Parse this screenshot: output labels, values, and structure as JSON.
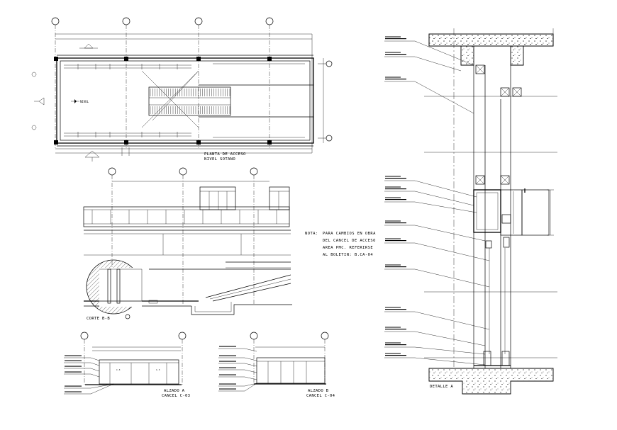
{
  "drawing": {
    "plan_title_line1": "PLANTA DE ACCESO",
    "plan_title_line2": "NIVEL SOTANO",
    "plan_level_label": "NIVEL",
    "section_title": "CORTE B-B",
    "note_prefix": "NOTA:",
    "note_lines": [
      "PARA CAMBIOS EN OBRA",
      "DEL CANCEL DE ACCESO",
      "AREA PMC. REFERIRSE",
      "AL BOLETIN: B.CA-04"
    ],
    "elevation_left_line1": "ALZADO A",
    "elevation_left_line2": "CANCEL C-03",
    "elevation_right_line1": "ALZADO B",
    "elevation_right_line2": "CANCEL C-04",
    "detail_title": "DETALLE A",
    "panel_tags": [
      "C-3",
      "C-3"
    ]
  }
}
